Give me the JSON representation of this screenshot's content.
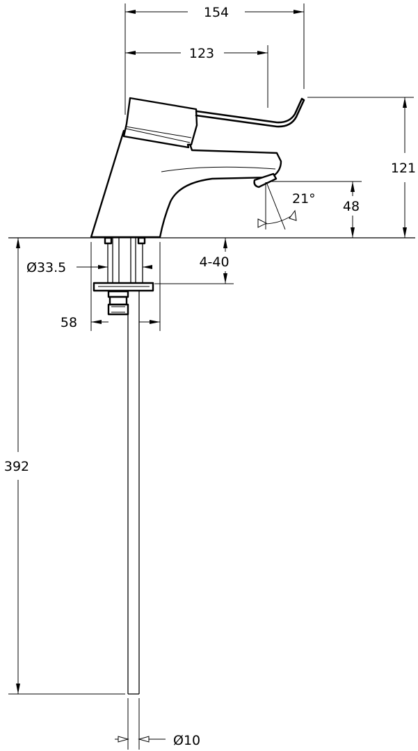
{
  "dimensions": {
    "overall_reach": "154",
    "lever_reach": "123",
    "overall_height": "121",
    "spout_height": "48",
    "spout_angle": "21°",
    "body_diameter": "Ø33.5",
    "deck_thickness": "4-40",
    "base_width": "58",
    "supply_length": "392",
    "supply_diameter": "Ø10"
  },
  "colors": {
    "line": "#000000",
    "background": "#ffffff"
  }
}
